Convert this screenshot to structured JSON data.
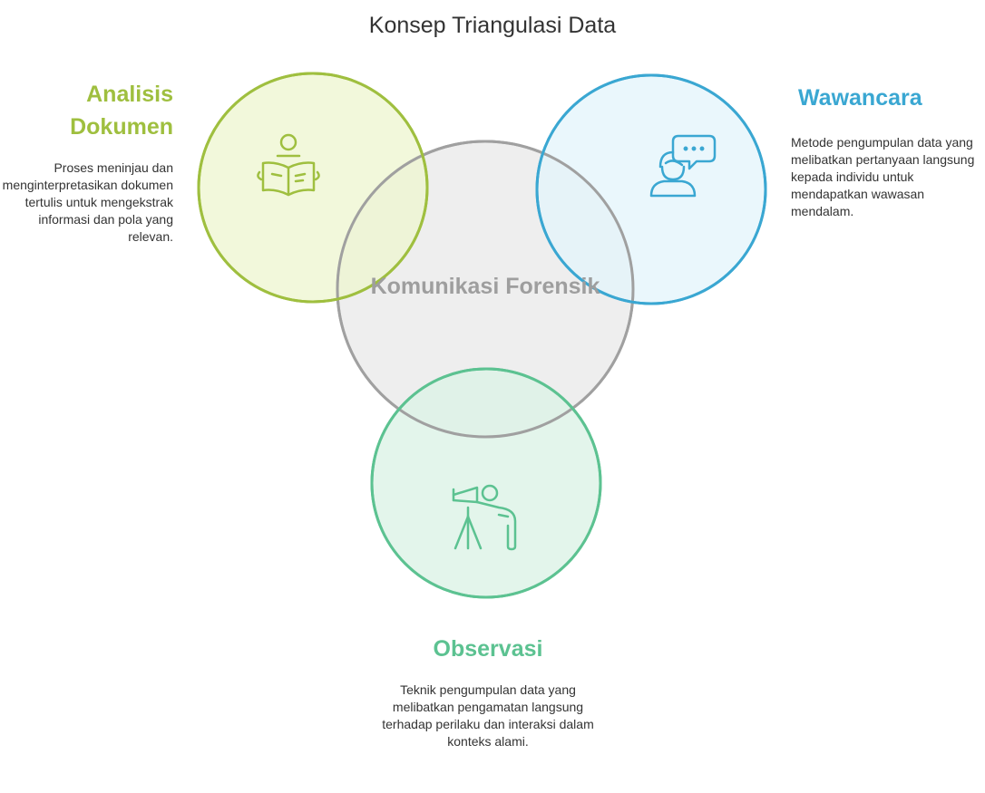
{
  "title": "Konsep Triangulasi Data",
  "center": {
    "label": "Komunikasi Forensik",
    "color": "#9e9e9e"
  },
  "items": [
    {
      "heading": "Analisis Dokumen",
      "description": "Proses meninjau dan menginterpretasikan dokumen tertulis untuk mengekstrak informasi dan pola yang relevan.",
      "icon": "person-reading-icon",
      "color": "#9fbf3f"
    },
    {
      "heading": "Wawancara",
      "description": "Metode pengumpulan data yang melibatkan pertanyaan langsung kepada individu untuk mendapatkan wawasan mendalam.",
      "icon": "person-speech-bubble-icon",
      "color": "#3aa7d2"
    },
    {
      "heading": "Observasi",
      "description": "Teknik pengumpulan data yang melibatkan pengamatan langsung terhadap perilaku dan interaksi dalam konteks alami.",
      "icon": "person-telescope-icon",
      "color": "#5cc291"
    }
  ]
}
